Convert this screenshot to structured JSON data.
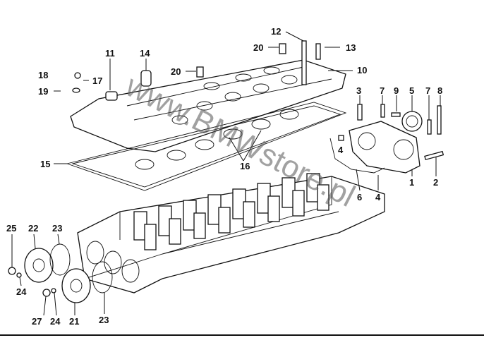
{
  "watermark": "www.BMWstore.pl",
  "callouts": [
    "1",
    "2",
    "3",
    "4",
    "5",
    "6",
    "7",
    "8",
    "9",
    "10",
    "11",
    "12",
    "13",
    "14",
    "15",
    "16",
    "17",
    "18",
    "19",
    "20",
    "21",
    "22",
    "23",
    "24",
    "25",
    "27"
  ],
  "labels": {
    "l12": "12",
    "l13": "13",
    "l20a": "20",
    "l20b": "20",
    "l10": "10",
    "l11": "11",
    "l14": "14",
    "l18": "18",
    "l17": "17",
    "l19": "19",
    "l3": "3",
    "l7a": "7",
    "l9": "9",
    "l7b": "7",
    "l8": "8",
    "l5": "5",
    "l4a": "4",
    "l4b": "4",
    "l6": "6",
    "l1": "1",
    "l2": "2",
    "l15": "15",
    "l16": "16",
    "l25": "25",
    "l22": "22",
    "l23a": "23",
    "l24a": "24",
    "l27": "27",
    "l24b": "24",
    "l21": "21",
    "l23b": "23"
  },
  "colors": {
    "ink": "#111111",
    "watermark": "#555555",
    "background": "#ffffff"
  }
}
